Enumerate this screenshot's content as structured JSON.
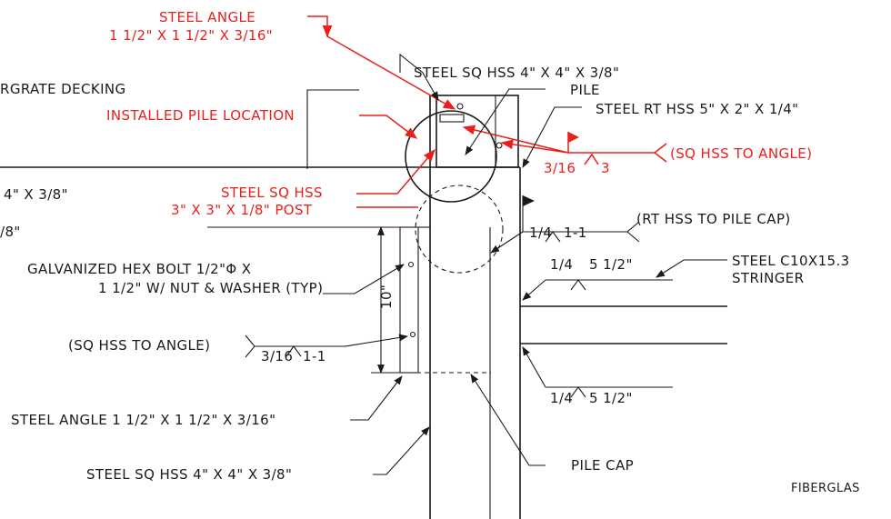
{
  "colors": {
    "ink": "#1a1a1a",
    "red": "#e8201c",
    "paper": "#ffffff"
  },
  "labels": {
    "steel_angle_top_1": "STEEL ANGLE",
    "steel_angle_top_2": "1 1/2\" X 1 1/2\" X 3/16\"",
    "grate_decking": "RGRATE DECKING",
    "sq_hss_top": "STEEL SQ HSS 4\" X 4\" X 3/8\"",
    "pile": "PILE",
    "installed_pile_location": "INSTALLED PILE LOCATION",
    "rt_hss": "STEEL RT HSS 5\" X 2\" X 1/4\"",
    "weld_angle_red": "3/16",
    "weld_angle_red_len": "3",
    "sq_hss_to_angle_red": "(SQ HSS TO ANGLE)",
    "left_cut_1": "4\" X 3/8\"",
    "left_cut_2": "/8\"",
    "sq_hss_post_1": "STEEL SQ HSS",
    "sq_hss_post_2": "3\" X 3\" X 1/8\" POST",
    "weld_pile_cap_size": "1/4",
    "weld_pile_cap_len": "1-1",
    "rt_hss_to_pile_cap": "(RT HSS TO PILE CAP)",
    "stringer_1": "STEEL C10X15.3",
    "stringer_2": "STRINGER",
    "bolt_1": "GALVANIZED HEX BOLT 1/2\"Φ X",
    "bolt_2": "1 1/2\" W/ NUT & WASHER (TYP)",
    "dimension": "10\"",
    "weld_stringer_top_size": "1/4",
    "weld_stringer_top_len": "5 1/2\"",
    "sq_hss_to_angle_black": "(SQ HSS TO ANGLE)",
    "weld_angle_black_size": "3/16",
    "weld_angle_black_len": "1-1",
    "weld_stringer_bot_size": "1/4",
    "weld_stringer_bot_len": "5 1/2\"",
    "steel_angle_bottom": "STEEL ANGLE 1 1/2\" X 1 1/2\" X 3/16\"",
    "pile_cap": "PILE CAP",
    "sq_hss_bottom": "STEEL SQ HSS 4\" X 4\" X 3/8\"",
    "fiberglass": "FIBERGLAS"
  }
}
